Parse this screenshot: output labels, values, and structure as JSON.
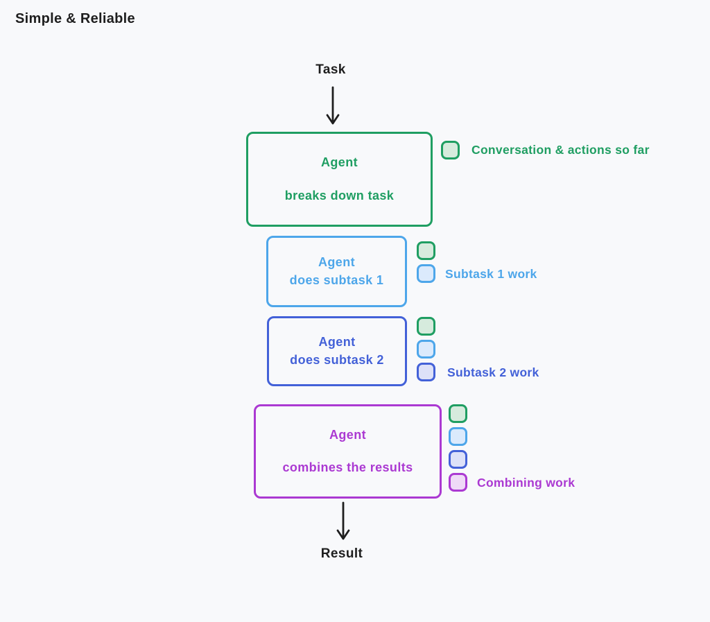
{
  "title": "Simple & Reliable",
  "flow": {
    "input_label": "Task",
    "output_label": "Result"
  },
  "nodes": [
    {
      "name": "agent-breakdown",
      "line1": "Agent",
      "line2": "breaks down task",
      "color": "green"
    },
    {
      "name": "agent-subtask-1",
      "line1": "Agent",
      "line2": "does subtask 1",
      "color": "blue"
    },
    {
      "name": "agent-subtask-2",
      "line1": "Agent",
      "line2": "does subtask 2",
      "color": "indigo"
    },
    {
      "name": "agent-combine",
      "line1": "Agent",
      "line2": "combines the results",
      "color": "purple"
    }
  ],
  "legends": [
    {
      "label": "Conversation & actions so far",
      "color": "green",
      "swatches": [
        "green"
      ]
    },
    {
      "label": "Subtask 1 work",
      "color": "blue",
      "swatches": [
        "green",
        "blue"
      ]
    },
    {
      "label": "Subtask 2 work",
      "color": "indigo",
      "swatches": [
        "green",
        "blue",
        "indigo"
      ]
    },
    {
      "label": "Combining work",
      "color": "purple",
      "swatches": [
        "green",
        "blue",
        "indigo",
        "purple"
      ]
    }
  ],
  "colors": {
    "green": "#1f9e62",
    "green_fill": "#d6ebdd",
    "blue": "#4da6ea",
    "blue_fill": "#dbeafc",
    "indigo": "#4361d8",
    "indigo_fill": "#dde1f8",
    "purple": "#ab39d2",
    "purple_fill": "#efdaf7",
    "ink": "#1e1e1e",
    "background": "#f8f9fb"
  }
}
